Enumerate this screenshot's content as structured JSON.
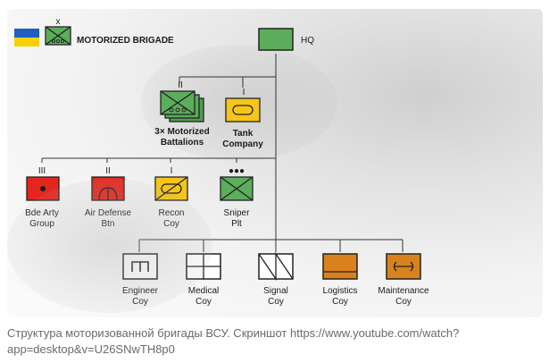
{
  "header": {
    "title": "MOTORIZED BRIGADE",
    "brigade_echelon": "x"
  },
  "colors": {
    "infantry_green": "#5cae5c",
    "support_red": "#e4261f",
    "recon_yellow": "#f5c518",
    "service_orange": "#d9821d",
    "flag_blue": "#1f5fbf",
    "flag_yellow": "#f6d000",
    "line": "#333333"
  },
  "units": {
    "hq": {
      "label": "HQ",
      "icon": "hq-icon"
    },
    "battalions": {
      "line1": "3× Motorized",
      "line2": "Battalions",
      "echelon": "II",
      "icon": "motorized-infantry-icon"
    },
    "tank": {
      "line1": "Tank",
      "line2": "Company",
      "echelon": "I",
      "icon": "armor-icon"
    },
    "bde_arty": {
      "line1": "Bde Arty",
      "line2": "Group",
      "echelon": "III",
      "icon": "artillery-icon"
    },
    "air_defense": {
      "line1": "Air Defense",
      "line2": "Btn",
      "echelon": "II",
      "icon": "air-defense-icon"
    },
    "recon": {
      "line1": "Recon",
      "line2": "Coy",
      "echelon": "I",
      "icon": "recon-armor-icon"
    },
    "sniper": {
      "line1": "Sniper",
      "line2": "Plt",
      "echelon": "●●●",
      "icon": "infantry-icon"
    },
    "engineer": {
      "line1": "Engineer",
      "line2": "Coy",
      "icon": "engineer-icon"
    },
    "medical": {
      "line1": "Medical",
      "line2": "Coy",
      "icon": "medical-icon"
    },
    "signal": {
      "line1": "Signal",
      "line2": "Coy",
      "icon": "signal-icon"
    },
    "logistics": {
      "line1": "Logistics",
      "line2": "Coy",
      "icon": "supply-icon"
    },
    "maintenance": {
      "line1": "Maintenance",
      "line2": "Coy",
      "icon": "maintenance-icon"
    }
  },
  "caption": {
    "text": "Структура моторизованной бригады ВСУ. Скриншот https://www.youtube.com/watch?app=desktop&v=U26SNwTH8p0"
  }
}
